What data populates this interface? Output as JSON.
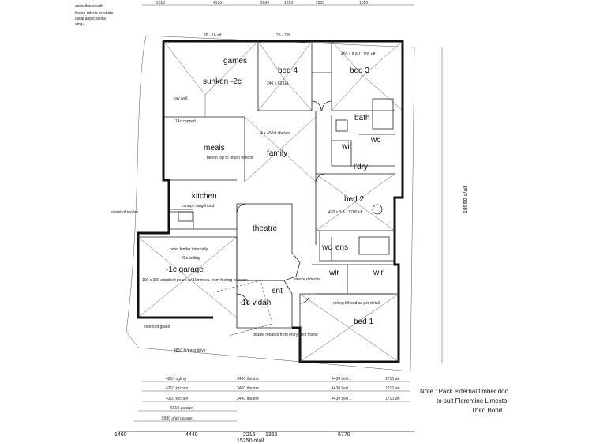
{
  "header_notes": {
    "line1": "accordance with",
    "line2": "tween rafters or studs",
    "line3": "ctical applications",
    "line4": "ding.)"
  },
  "top_dims": [
    "2610",
    "4170",
    "2600",
    "1810",
    "2900",
    "1810"
  ],
  "rooms": {
    "games": "games",
    "sunken": "sunken -2c",
    "bed4": "bed 4",
    "bed3": "bed 3",
    "bath": "bath",
    "meals": "meals",
    "family": "family",
    "wc_top": "wc",
    "wil": "wil",
    "ldry": "l'dry",
    "kitchen": "kitchen",
    "bed2": "bed 2",
    "theatre": "theatre",
    "ens": "ens",
    "wc_ens": "wc",
    "wir1": "wir",
    "wir2": "wir",
    "garage": "-1c garage",
    "vdah": "-1c v'dah",
    "ent": "ent",
    "bed1": "bed 1"
  },
  "annotations": {
    "ceiling_games": "26 - 16 stf",
    "ceiling_bed4": "25 - 7/8",
    "bed4_robe": "240 x 63 UA",
    "capped_wall": "14c capped",
    "low_wall": "low wall",
    "bench_top": "bench top to return to floor",
    "family_note": "4 x 450sl shelves",
    "canopy": "canopy rangehood",
    "timber": "note: fender internally",
    "garage_ceiling": "23c ceiling",
    "garage_beam": "100 x 300 attached pears w/ 10mm ea. from footing to beam",
    "vdah_note": "smoke detector",
    "doors_ent": "double rebated front entry door frame",
    "bed1_note": "raking b/head as per detail",
    "bed2_dim": "430 x 3 & f 1700 off",
    "bed3_dim": "450 x 8 & f 1700 off",
    "extent_render": "extent of render",
    "extent_grano": "extent of grano",
    "bipass_door": "4810 bi/pass drive"
  },
  "bottom_dims_row1": [
    "4810 ogling",
    "3460 theatre",
    "4430 bed 1",
    "1710 wir"
  ],
  "bottom_dims_row2": [
    "4210 kitchen",
    "3460 theatre",
    "4430 bed 1",
    "1710 wir"
  ],
  "bottom_dims_row3": [
    "4210 kitchen",
    "3490 theatre",
    "4430 bed 1",
    "1710 wir"
  ],
  "bottom_dims_row4": [
    "5810 garage"
  ],
  "bottom_dims_row5": [
    "5990 o/all garage"
  ],
  "bottom_segments": [
    "1460",
    "4440",
    "2215",
    "1365",
    "5770"
  ],
  "overall_width": "15250 o/all",
  "overall_depth": "18550 o/all",
  "note": {
    "line1": "Note : Pack external timber doo",
    "line2": "to suit Florentine Limesto",
    "line3": "Third Bond"
  }
}
